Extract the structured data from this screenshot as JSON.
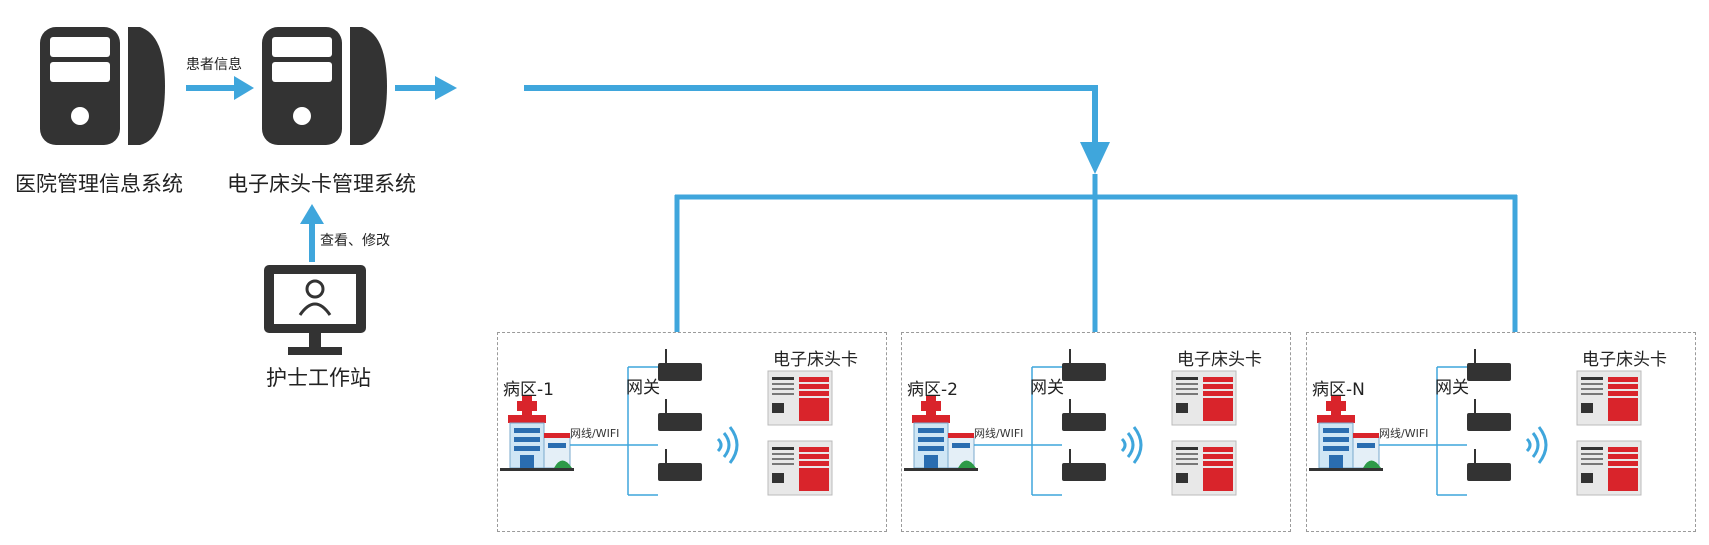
{
  "diagram": {
    "hospital_system": "医院管理信息系统",
    "bedcard_system": "电子床头卡管理系统",
    "patient_info": "患者信息",
    "view_edit": "查看、修改",
    "nurse_station": "护士工作站",
    "wards": [
      {
        "name": "病区-1",
        "gateway": "网关",
        "link": "网线/WIFI",
        "card_title": "电子床头卡"
      },
      {
        "name": "病区-2",
        "gateway": "网关",
        "link": "网线/WIFI",
        "card_title": "电子床头卡"
      },
      {
        "name": "病区-N",
        "gateway": "网关",
        "link": "网线/WIFI",
        "card_title": "电子床头卡"
      }
    ],
    "colors": {
      "arrow": "#3fa6dc",
      "server": "#333333",
      "card_red": "#d9242b"
    }
  }
}
